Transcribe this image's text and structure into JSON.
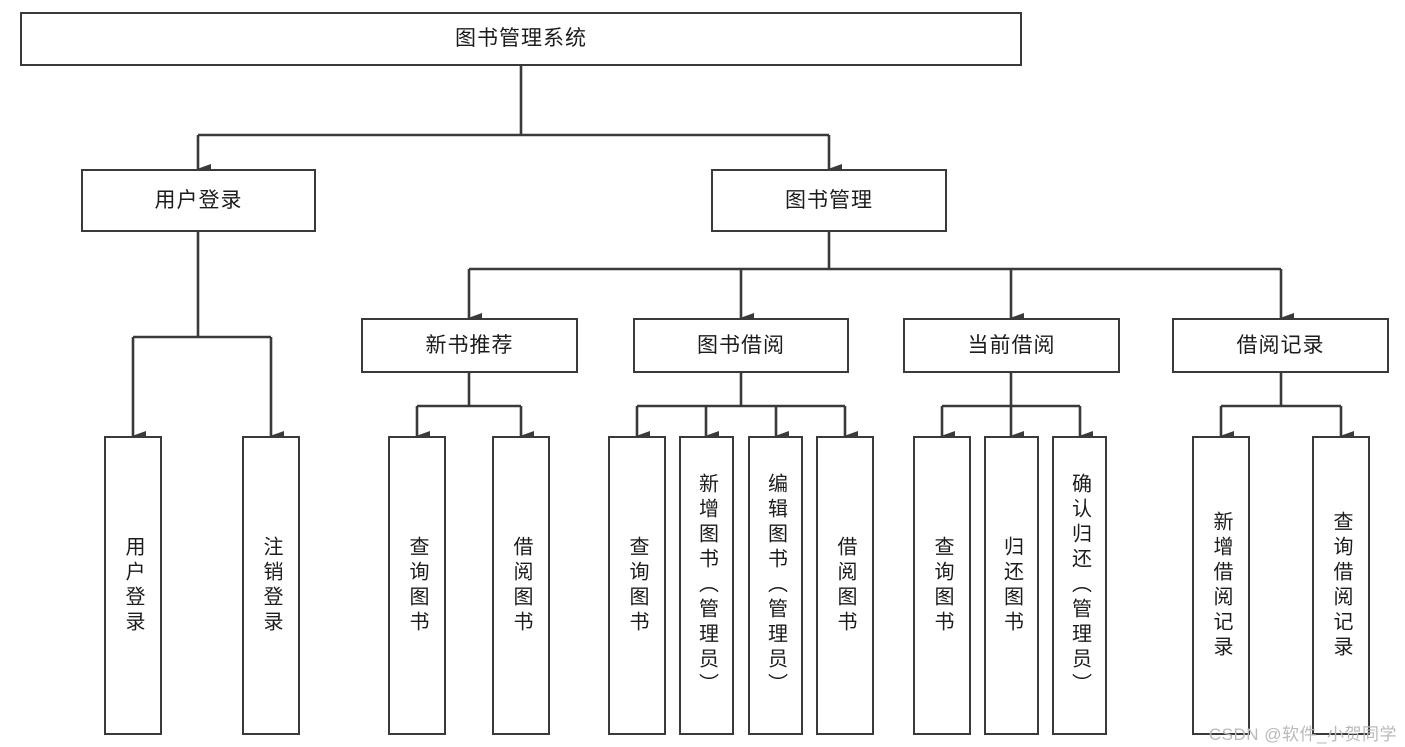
{
  "diagram": {
    "title": "图书管理系统",
    "type": "functional-structure-tree",
    "colors": {
      "box_border": "#3a3a3a",
      "box_fill": "#ffffff",
      "line": "#3a3a3a",
      "text": "#1c1c1c",
      "background": "#ffffff",
      "watermark": "#b9b9b9"
    },
    "root": {
      "id": "root",
      "label": "图书管理系统"
    },
    "level2": [
      {
        "id": "user-login",
        "label": "用户登录"
      },
      {
        "id": "book-manage",
        "label": "图书管理"
      }
    ],
    "level3": [
      {
        "id": "new-book-rec",
        "label": "新书推荐",
        "parent": "book-manage"
      },
      {
        "id": "book-borrow",
        "label": "图书借阅",
        "parent": "book-manage"
      },
      {
        "id": "current-borrow",
        "label": "当前借阅",
        "parent": "book-manage"
      },
      {
        "id": "borrow-record",
        "label": "借阅记录",
        "parent": "book-manage"
      }
    ],
    "leaves": [
      {
        "id": "leaf-user-login",
        "label": "用户登录",
        "parent": "user-login"
      },
      {
        "id": "leaf-logout",
        "label": "注销登录",
        "parent": "user-login"
      },
      {
        "id": "leaf-query-book-1",
        "label": "查询图书",
        "parent": "new-book-rec"
      },
      {
        "id": "leaf-borrow-book-1",
        "label": "借阅图书",
        "parent": "new-book-rec"
      },
      {
        "id": "leaf-query-book-2",
        "label": "查询图书",
        "parent": "book-borrow"
      },
      {
        "id": "leaf-add-book",
        "label": "新增图书（管理员）",
        "parent": "book-borrow"
      },
      {
        "id": "leaf-edit-book",
        "label": "编辑图书（管理员）",
        "parent": "book-borrow"
      },
      {
        "id": "leaf-borrow-book-2",
        "label": "借阅图书",
        "parent": "book-borrow"
      },
      {
        "id": "leaf-query-book-3",
        "label": "查询图书",
        "parent": "current-borrow"
      },
      {
        "id": "leaf-return-book",
        "label": "归还图书",
        "parent": "current-borrow"
      },
      {
        "id": "leaf-confirm-return",
        "label": "确认归还（管理员）",
        "parent": "current-borrow"
      },
      {
        "id": "leaf-add-record",
        "label": "新增借阅记录",
        "parent": "borrow-record"
      },
      {
        "id": "leaf-query-record",
        "label": "查询借阅记录",
        "parent": "borrow-record"
      }
    ]
  },
  "watermark": {
    "text": "CSDN @软件_小贺同学"
  }
}
